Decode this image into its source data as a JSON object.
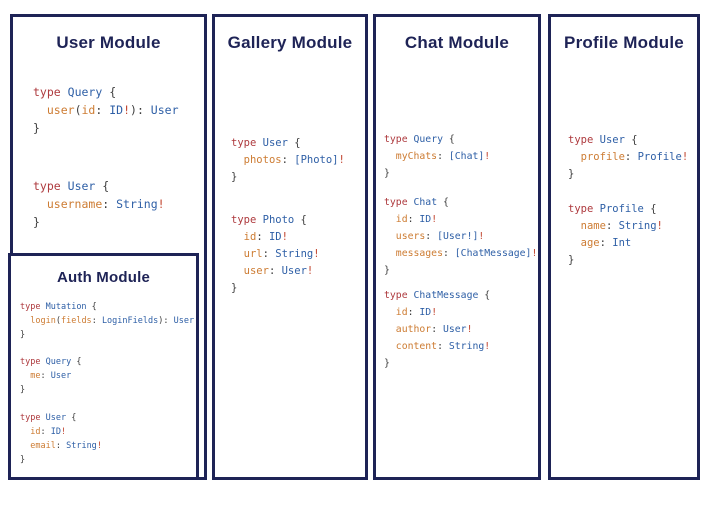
{
  "colors": {
    "navy_border_title": "#1e2356",
    "keyword_red": "#ae3a3e",
    "type_blue": "#2e5fa6",
    "field_orange": "#cd7c33",
    "punctuation_gray": "#3d3d3d",
    "bang_red": "#c2452f",
    "background": "#ffffff"
  },
  "panels": [
    {
      "title": "User Module",
      "blocks": [
        [
          [
            {
              "t": "type",
              "c": "k"
            },
            {
              "t": " ",
              "c": "p"
            },
            {
              "t": "Query",
              "c": "t"
            },
            {
              "t": " {",
              "c": "p"
            }
          ],
          [
            {
              "t": "  ",
              "c": "p"
            },
            {
              "t": "user",
              "c": "f"
            },
            {
              "t": "(",
              "c": "p"
            },
            {
              "t": "id",
              "c": "f"
            },
            {
              "t": ": ",
              "c": "p"
            },
            {
              "t": "ID",
              "c": "t"
            },
            {
              "t": "!",
              "c": "b"
            },
            {
              "t": "): ",
              "c": "p"
            },
            {
              "t": "User",
              "c": "t"
            }
          ],
          [
            {
              "t": "}",
              "c": "p"
            }
          ]
        ],
        [
          [
            {
              "t": "type",
              "c": "k"
            },
            {
              "t": " ",
              "c": "p"
            },
            {
              "t": "User",
              "c": "t"
            },
            {
              "t": " {",
              "c": "p"
            }
          ],
          [
            {
              "t": "  ",
              "c": "p"
            },
            {
              "t": "username",
              "c": "f"
            },
            {
              "t": ": ",
              "c": "p"
            },
            {
              "t": "String",
              "c": "t"
            },
            {
              "t": "!",
              "c": "b"
            }
          ],
          [
            {
              "t": "}",
              "c": "p"
            }
          ]
        ]
      ]
    },
    {
      "title": "Gallery Module",
      "blocks": [
        [
          [
            {
              "t": "type",
              "c": "k"
            },
            {
              "t": " ",
              "c": "p"
            },
            {
              "t": "User",
              "c": "t"
            },
            {
              "t": " {",
              "c": "p"
            }
          ],
          [
            {
              "t": "  ",
              "c": "p"
            },
            {
              "t": "photos",
              "c": "f"
            },
            {
              "t": ": ",
              "c": "p"
            },
            {
              "t": "[Photo]",
              "c": "t"
            },
            {
              "t": "!",
              "c": "b"
            }
          ],
          [
            {
              "t": "}",
              "c": "p"
            }
          ]
        ],
        [
          [
            {
              "t": "type",
              "c": "k"
            },
            {
              "t": " ",
              "c": "p"
            },
            {
              "t": "Photo",
              "c": "t"
            },
            {
              "t": " {",
              "c": "p"
            }
          ],
          [
            {
              "t": "  ",
              "c": "p"
            },
            {
              "t": "id",
              "c": "f"
            },
            {
              "t": ": ",
              "c": "p"
            },
            {
              "t": "ID",
              "c": "t"
            },
            {
              "t": "!",
              "c": "b"
            }
          ],
          [
            {
              "t": "  ",
              "c": "p"
            },
            {
              "t": "url",
              "c": "f"
            },
            {
              "t": ": ",
              "c": "p"
            },
            {
              "t": "String",
              "c": "t"
            },
            {
              "t": "!",
              "c": "b"
            }
          ],
          [
            {
              "t": "  ",
              "c": "p"
            },
            {
              "t": "user",
              "c": "f"
            },
            {
              "t": ": ",
              "c": "p"
            },
            {
              "t": "User",
              "c": "t"
            },
            {
              "t": "!",
              "c": "b"
            }
          ],
          [
            {
              "t": "}",
              "c": "p"
            }
          ]
        ]
      ]
    },
    {
      "title": "Chat Module",
      "blocks": [
        [
          [
            {
              "t": "type",
              "c": "k"
            },
            {
              "t": " ",
              "c": "p"
            },
            {
              "t": "Query",
              "c": "t"
            },
            {
              "t": " {",
              "c": "p"
            }
          ],
          [
            {
              "t": "  ",
              "c": "p"
            },
            {
              "t": "myChats",
              "c": "f"
            },
            {
              "t": ": ",
              "c": "p"
            },
            {
              "t": "[Chat]",
              "c": "t"
            },
            {
              "t": "!",
              "c": "b"
            }
          ],
          [
            {
              "t": "}",
              "c": "p"
            }
          ]
        ],
        [
          [
            {
              "t": "type",
              "c": "k"
            },
            {
              "t": " ",
              "c": "p"
            },
            {
              "t": "Chat",
              "c": "t"
            },
            {
              "t": " {",
              "c": "p"
            }
          ],
          [
            {
              "t": "  ",
              "c": "p"
            },
            {
              "t": "id",
              "c": "f"
            },
            {
              "t": ": ",
              "c": "p"
            },
            {
              "t": "ID",
              "c": "t"
            },
            {
              "t": "!",
              "c": "b"
            }
          ],
          [
            {
              "t": "  ",
              "c": "p"
            },
            {
              "t": "users",
              "c": "f"
            },
            {
              "t": ": ",
              "c": "p"
            },
            {
              "t": "[User!]",
              "c": "t"
            },
            {
              "t": "!",
              "c": "b"
            }
          ],
          [
            {
              "t": "  ",
              "c": "p"
            },
            {
              "t": "messages",
              "c": "f"
            },
            {
              "t": ": ",
              "c": "p"
            },
            {
              "t": "[ChatMessage]",
              "c": "t"
            },
            {
              "t": "!",
              "c": "b"
            }
          ],
          [
            {
              "t": "}",
              "c": "p"
            }
          ]
        ],
        [
          [
            {
              "t": "type",
              "c": "k"
            },
            {
              "t": " ",
              "c": "p"
            },
            {
              "t": "ChatMessage",
              "c": "t"
            },
            {
              "t": " {",
              "c": "p"
            }
          ],
          [
            {
              "t": "  ",
              "c": "p"
            },
            {
              "t": "id",
              "c": "f"
            },
            {
              "t": ": ",
              "c": "p"
            },
            {
              "t": "ID",
              "c": "t"
            },
            {
              "t": "!",
              "c": "b"
            }
          ],
          [
            {
              "t": "  ",
              "c": "p"
            },
            {
              "t": "author",
              "c": "f"
            },
            {
              "t": ": ",
              "c": "p"
            },
            {
              "t": "User",
              "c": "t"
            },
            {
              "t": "!",
              "c": "b"
            }
          ],
          [
            {
              "t": "  ",
              "c": "p"
            },
            {
              "t": "content",
              "c": "f"
            },
            {
              "t": ": ",
              "c": "p"
            },
            {
              "t": "String",
              "c": "t"
            },
            {
              "t": "!",
              "c": "b"
            }
          ],
          [
            {
              "t": "}",
              "c": "p"
            }
          ]
        ]
      ]
    },
    {
      "title": "Profile Module",
      "blocks": [
        [
          [
            {
              "t": "type",
              "c": "k"
            },
            {
              "t": " ",
              "c": "p"
            },
            {
              "t": "User",
              "c": "t"
            },
            {
              "t": " {",
              "c": "p"
            }
          ],
          [
            {
              "t": "  ",
              "c": "p"
            },
            {
              "t": "profile",
              "c": "f"
            },
            {
              "t": ": ",
              "c": "p"
            },
            {
              "t": "Profile",
              "c": "t"
            },
            {
              "t": "!",
              "c": "b"
            }
          ],
          [
            {
              "t": "}",
              "c": "p"
            }
          ]
        ],
        [
          [
            {
              "t": "type",
              "c": "k"
            },
            {
              "t": " ",
              "c": "p"
            },
            {
              "t": "Profile",
              "c": "t"
            },
            {
              "t": " {",
              "c": "p"
            }
          ],
          [
            {
              "t": "  ",
              "c": "p"
            },
            {
              "t": "name",
              "c": "f"
            },
            {
              "t": ": ",
              "c": "p"
            },
            {
              "t": "String",
              "c": "t"
            },
            {
              "t": "!",
              "c": "b"
            }
          ],
          [
            {
              "t": "  ",
              "c": "p"
            },
            {
              "t": "age",
              "c": "f"
            },
            {
              "t": ": ",
              "c": "p"
            },
            {
              "t": "Int",
              "c": "t"
            }
          ],
          [
            {
              "t": "}",
              "c": "p"
            }
          ]
        ]
      ]
    }
  ],
  "auth": {
    "title": "Auth Module",
    "blocks": [
      [
        [
          {
            "t": "type",
            "c": "k"
          },
          {
            "t": " ",
            "c": "p"
          },
          {
            "t": "Mutation",
            "c": "t"
          },
          {
            "t": " {",
            "c": "p"
          }
        ],
        [
          {
            "t": "  ",
            "c": "p"
          },
          {
            "t": "login",
            "c": "f"
          },
          {
            "t": "(",
            "c": "p"
          },
          {
            "t": "fields",
            "c": "f"
          },
          {
            "t": ": ",
            "c": "p"
          },
          {
            "t": "LoginFields",
            "c": "t"
          },
          {
            "t": "): ",
            "c": "p"
          },
          {
            "t": "User",
            "c": "t"
          }
        ],
        [
          {
            "t": "}",
            "c": "p"
          }
        ]
      ],
      [
        [
          {
            "t": "type",
            "c": "k"
          },
          {
            "t": " ",
            "c": "p"
          },
          {
            "t": "Query",
            "c": "t"
          },
          {
            "t": " {",
            "c": "p"
          }
        ],
        [
          {
            "t": "  ",
            "c": "p"
          },
          {
            "t": "me",
            "c": "f"
          },
          {
            "t": ": ",
            "c": "p"
          },
          {
            "t": "User",
            "c": "t"
          }
        ],
        [
          {
            "t": "}",
            "c": "p"
          }
        ]
      ],
      [
        [
          {
            "t": "type",
            "c": "k"
          },
          {
            "t": " ",
            "c": "p"
          },
          {
            "t": "User",
            "c": "t"
          },
          {
            "t": " {",
            "c": "p"
          }
        ],
        [
          {
            "t": "  ",
            "c": "p"
          },
          {
            "t": "id",
            "c": "f"
          },
          {
            "t": ": ",
            "c": "p"
          },
          {
            "t": "ID",
            "c": "t"
          },
          {
            "t": "!",
            "c": "b"
          }
        ],
        [
          {
            "t": "  ",
            "c": "p"
          },
          {
            "t": "email",
            "c": "f"
          },
          {
            "t": ": ",
            "c": "p"
          },
          {
            "t": "String",
            "c": "t"
          },
          {
            "t": "!",
            "c": "b"
          }
        ],
        [
          {
            "t": "}",
            "c": "p"
          }
        ]
      ]
    ]
  }
}
